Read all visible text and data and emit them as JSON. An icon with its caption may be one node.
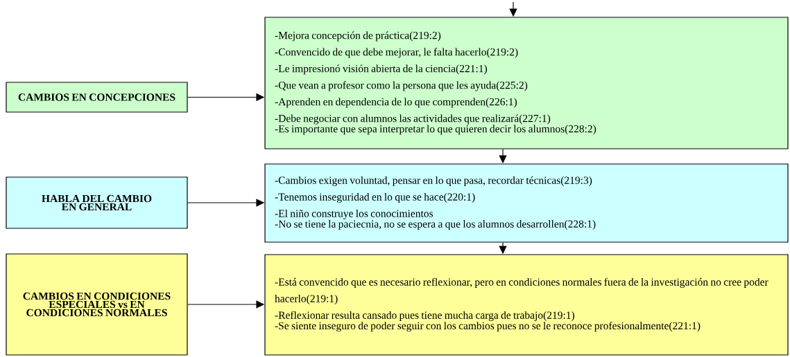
{
  "diagram": {
    "nodes": [
      {
        "text": [
          "CAMBIOS EN CONCEPCIONES"
        ]
      },
      {
        "text": [
          "-Mejora concepción de práctica(219:2)",
          "-Convencido de que debe mejorar, le falta hacerlo(219:2)",
          "-Le impresionó visión abierta de la ciencia(221:1)",
          "-Que vean a profesor como la persona que les ayuda(225:2)",
          "-Aprenden en dependencia de lo que comprenden(226:1)",
          "-Debe negociar con alumnos las actividades que realizará(227:1)",
          "-Es importante que sepa interpretar lo que quieren decir los alumnos(228:2)"
        ]
      },
      {
        "text": [
          "HABLA DEL CAMBIO EN GENERAL"
        ]
      },
      {
        "text": [
          "-Cambios exigen voluntad, pensar en lo que pasa, recordar técnicas(219:3)",
          "-Tenemos inseguridad en lo que se hace(220:1)",
          "-El niño construye los conocimientos",
          "-No se tiene la paciecnia, no se espera a que los alumnos desarrollen(228:1)"
        ]
      },
      {
        "text": [
          "CAMBIOS EN CONDICIONES ESPECIALES vs EN CONDICIONES NORMALES"
        ]
      },
      {
        "text": [
          "-Está convencido que es necesario reflexionar, pero en condiciones normales fuera de la investigación no cree poder hacerlo(219:1)",
          "-Reflexionar resulta cansado pues tiene mucha carga de trabajo(219:1)",
          "-Se siente inseguro de poder seguir con los cambios pues no se le reconoce profesionalmente(221:1)"
        ]
      }
    ],
    "edges": [
      {
        "from": null,
        "to": 1,
        "arrow": "to"
      },
      {
        "from": 0,
        "to": 1,
        "arrow": "to"
      },
      {
        "from": 1,
        "to": 3,
        "arrow": "to"
      },
      {
        "from": 2,
        "to": 3,
        "arrow": "to"
      },
      {
        "from": 3,
        "to": 5,
        "arrow": "to"
      },
      {
        "from": 4,
        "to": 5,
        "arrow": "to"
      }
    ]
  }
}
